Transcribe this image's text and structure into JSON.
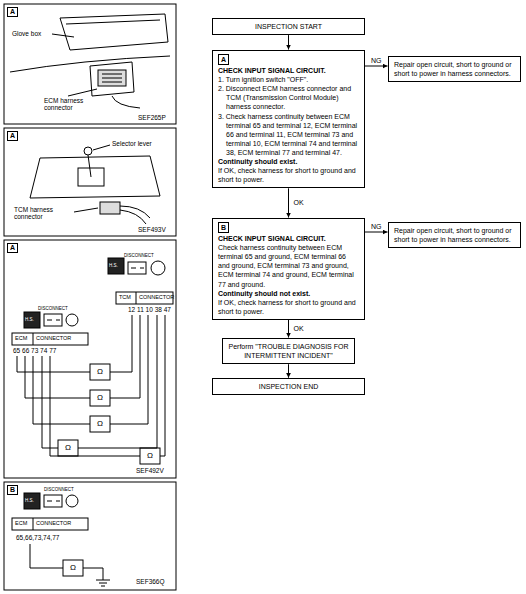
{
  "diagram": {
    "nodes": [
      {
        "text": [
          "INSPECTION START"
        ]
      },
      {
        "text": [
          "A",
          "CHECK INPUT SIGNAL CIRCUIT.",
          "1. Turn ignition switch \"OFF\".",
          "2. Disconnect ECM harness connector and TCM (Transmission Control Module) harness connector.",
          "3. Check harness continuity between ECM terminal 65 and terminal 12, ECM terminal 66 and terminal 11, ECM terminal 73 and terminal 10, ECM terminal 74 and terminal 38, ECM terminal 77 and terminal 47.",
          "Continuity should exist.",
          "If OK, check harness for short to ground and short to power."
        ]
      },
      {
        "text": [
          "Repair open circuit, short to ground or short to power in harness connectors."
        ]
      },
      {
        "text": [
          "B",
          "CHECK INPUT SIGNAL CIRCUIT.",
          "Check harness continuity between ECM terminal 65 and ground, ECM terminal 66 and ground, ECM terminal 73 and ground, ECM terminal 74 and ground, ECM terminal 77 and ground.",
          "Continuity should not exist.",
          "If OK, check harness for short to ground and short to power."
        ]
      },
      {
        "text": [
          "Repair open circuit, short to ground or short to power in harness connectors."
        ]
      },
      {
        "text": [
          "Perform \"TROUBLE DIAGNOSIS FOR INTERMITTENT INCIDENT\""
        ]
      },
      {
        "text": [
          "INSPECTION END"
        ]
      }
    ],
    "edges": [
      {
        "from": 0,
        "to": 1,
        "arrow": "to"
      },
      {
        "from": 1,
        "to": 2,
        "label": "NG",
        "arrow": "to"
      },
      {
        "from": 1,
        "to": 3,
        "label": "OK",
        "arrow": "to"
      },
      {
        "from": 3,
        "to": 4,
        "label": "NG",
        "arrow": "to"
      },
      {
        "from": 3,
        "to": 5,
        "label": "OK",
        "arrow": "to"
      },
      {
        "from": 5,
        "to": 6,
        "arrow": "to"
      }
    ],
    "labels": [
      "A",
      "Glove box",
      "ECM harness connector",
      "SEF265P",
      "A",
      "Selector lever",
      "TCM harness connector",
      "SEF493V",
      "A",
      "DISCONNECT",
      "H.S.",
      "TCM",
      "CONNECTOR",
      "12 11 10 38 47",
      "DISCONNECT",
      "H.S.",
      "ECM",
      "CONNECTOR",
      "65 66 73 74 77",
      "Ω",
      "Ω",
      "Ω",
      "Ω",
      "Ω",
      "SEF492V",
      "B",
      "DISCONNECT",
      "H.S.",
      "ECM",
      "CONNECTOR",
      "65,66,73,74,77",
      "Ω",
      "SEF366Q"
    ]
  }
}
